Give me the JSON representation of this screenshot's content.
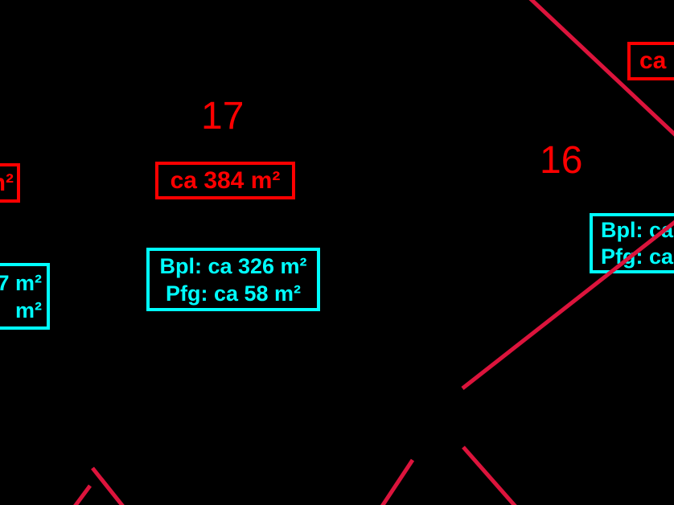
{
  "colors": {
    "background": "#000000",
    "plot_red": "#ff0000",
    "measure_cyan": "#00ffff",
    "boundary_line": "#dc143c"
  },
  "plots": {
    "plot_17": {
      "number": "17",
      "area_label": "ca 384 m²",
      "bpl_label": "Bpl: ca 326 m²",
      "pfg_label": "Pfg: ca 58 m²"
    },
    "plot_16": {
      "number": "16"
    }
  },
  "partial_labels": {
    "top_right_area": "ca",
    "right_box_line1": "Bpl: ca",
    "right_box_line2": "Pfg: ca",
    "left_red_box": "m²",
    "left_cyan_box_line1": "7 m²",
    "left_cyan_box_line2": "m²"
  }
}
